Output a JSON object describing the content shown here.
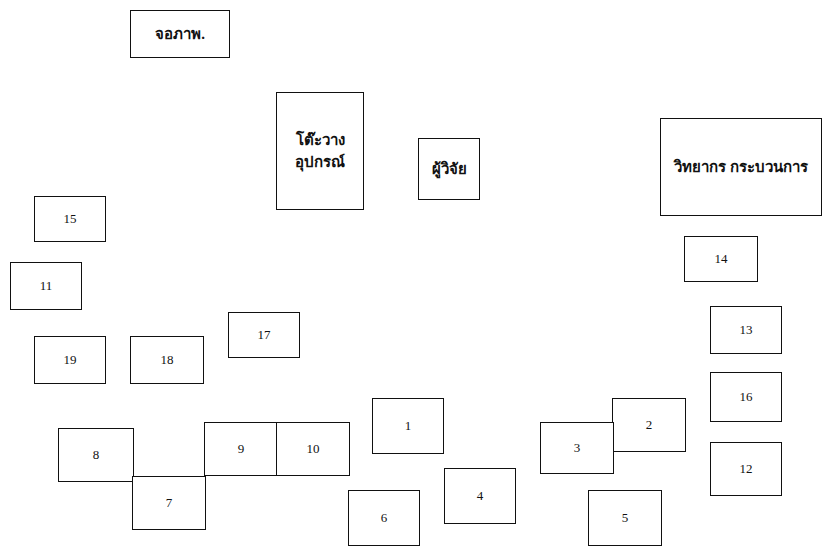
{
  "diagram": {
    "nodes": [
      {
        "text": [
          "จอภาพ."
        ]
      },
      {
        "text": [
          "โต๊ะวาง อุปกรณ์"
        ]
      },
      {
        "text": [
          "ผู้วิจัย"
        ]
      },
      {
        "text": [
          "วิทยากร กระบวนการ"
        ]
      },
      {
        "text": [
          "15"
        ]
      },
      {
        "text": [
          "14"
        ]
      },
      {
        "text": [
          "11"
        ]
      },
      {
        "text": [
          "17"
        ]
      },
      {
        "text": [
          "13"
        ]
      },
      {
        "text": [
          "19"
        ]
      },
      {
        "text": [
          "18"
        ]
      },
      {
        "text": [
          "16"
        ]
      },
      {
        "text": [
          "1"
        ]
      },
      {
        "text": [
          "2"
        ]
      },
      {
        "text": [
          "9"
        ]
      },
      {
        "text": [
          "3"
        ]
      },
      {
        "text": [
          "10"
        ]
      },
      {
        "text": [
          "8"
        ]
      },
      {
        "text": [
          "12"
        ]
      },
      {
        "text": [
          "4"
        ]
      },
      {
        "text": [
          "7"
        ]
      },
      {
        "text": [
          "6"
        ]
      },
      {
        "text": [
          "5"
        ]
      }
    ]
  }
}
